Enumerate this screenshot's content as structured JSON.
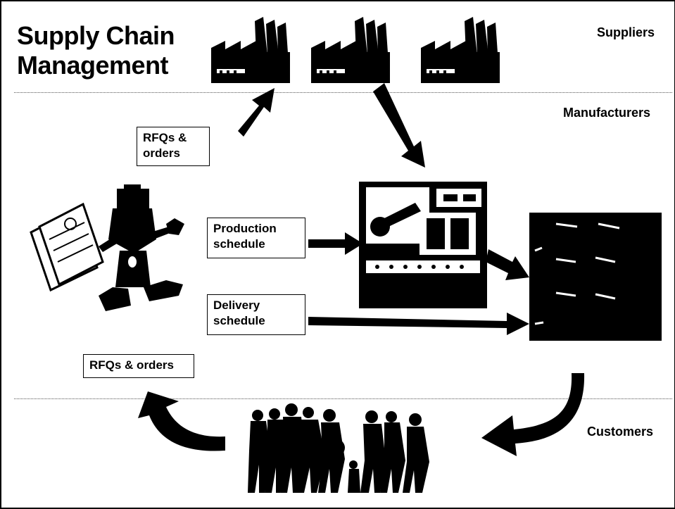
{
  "title": "Supply Chain\nManagement",
  "tiers": {
    "suppliers": "Suppliers",
    "manufacturers": "Manufacturers",
    "customers": "Customers"
  },
  "labels": {
    "rfqs_orders_top": "RFQs &\norders",
    "production_schedule": "Production\nschedule",
    "delivery_schedule": "Delivery\nschedule",
    "rfqs_orders_bottom": "RFQs & orders"
  },
  "icons": {
    "factories": [
      "factory-icon",
      "factory-icon",
      "factory-icon"
    ],
    "planner": "planner-robot-icon",
    "production": "production-plant-icon",
    "warehouse": "warehouse-icon",
    "customers": "customer-crowd-icon"
  }
}
